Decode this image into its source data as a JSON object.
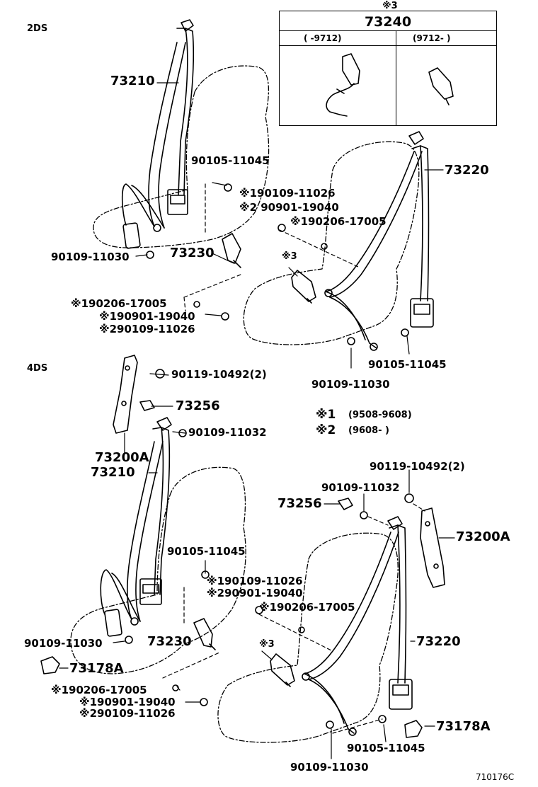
{
  "sections": {
    "two_door": "2DS",
    "four_door": "4DS"
  },
  "inset": {
    "mark": "※3",
    "part": "73240",
    "col_left": "(      -9712)",
    "col_right": "(9712-      )"
  },
  "notes": {
    "note1": "※1",
    "note1_range": "(9508-9608)",
    "note2": "※2",
    "note2_range": "(9608-      )"
  },
  "labels_2ds": {
    "p73210": "73210",
    "p90105": "90105-11045",
    "p90109_11026": "※190109-11026",
    "p90901_19040": "※2 90901-19040",
    "p90206": "※190206-17005",
    "p90109_11030": "90109-11030",
    "p73230": "73230",
    "p73220": "73220",
    "pmark3": "※3",
    "p90206_b": "※190206-17005",
    "p90901_b": "※190901-19040",
    "p90109_b": "※290109-11026",
    "p90105_b": "90105-11045",
    "p90109_11030_b": "90109-11030"
  },
  "labels_4ds": {
    "p90119": "90119-10492(2)",
    "p73256": "73256",
    "p90109_11032": "90109-11032",
    "p73200A": "73200A",
    "p73210": "73210",
    "p90119_r": "90119-10492(2)",
    "p90109_11032_r": "90109-11032",
    "p73256_r": "73256",
    "p73200A_r": "73200A",
    "p90105": "90105-11045",
    "p90109_11026": "※190109-11026",
    "p90901_19040": "※290901-19040",
    "p90206": "※190206-17005",
    "p90109_11030": "90109-11030",
    "p73230": "73230",
    "p73220": "73220",
    "p73178A": "73178A",
    "pmark3": "※3",
    "p90206_b": "※190206-17005",
    "p90901_b": "※190901-19040",
    "p90109_b": "※290109-11026",
    "p73178A_r": "73178A",
    "p90105_b": "90105-11045",
    "p90109_11030_b": "90109-11030"
  },
  "footer": {
    "code": "710176C"
  }
}
